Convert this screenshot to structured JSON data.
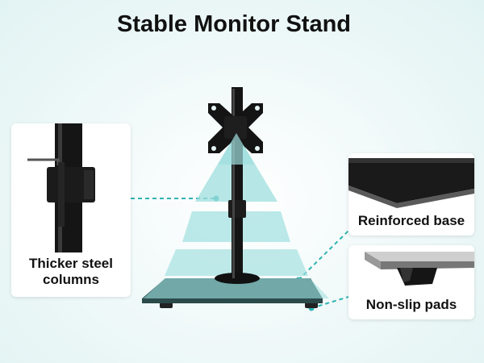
{
  "title": "Stable Monitor Stand",
  "features": [
    {
      "label_line1": "Thicker steel",
      "label_line2": "columns"
    },
    {
      "label": "Reinforced base"
    },
    {
      "label": "Non-slip pads"
    }
  ],
  "colors": {
    "accent_teal": "#2fb3b3",
    "layer_teal": "#9fdede",
    "steel_black": "#141414"
  }
}
